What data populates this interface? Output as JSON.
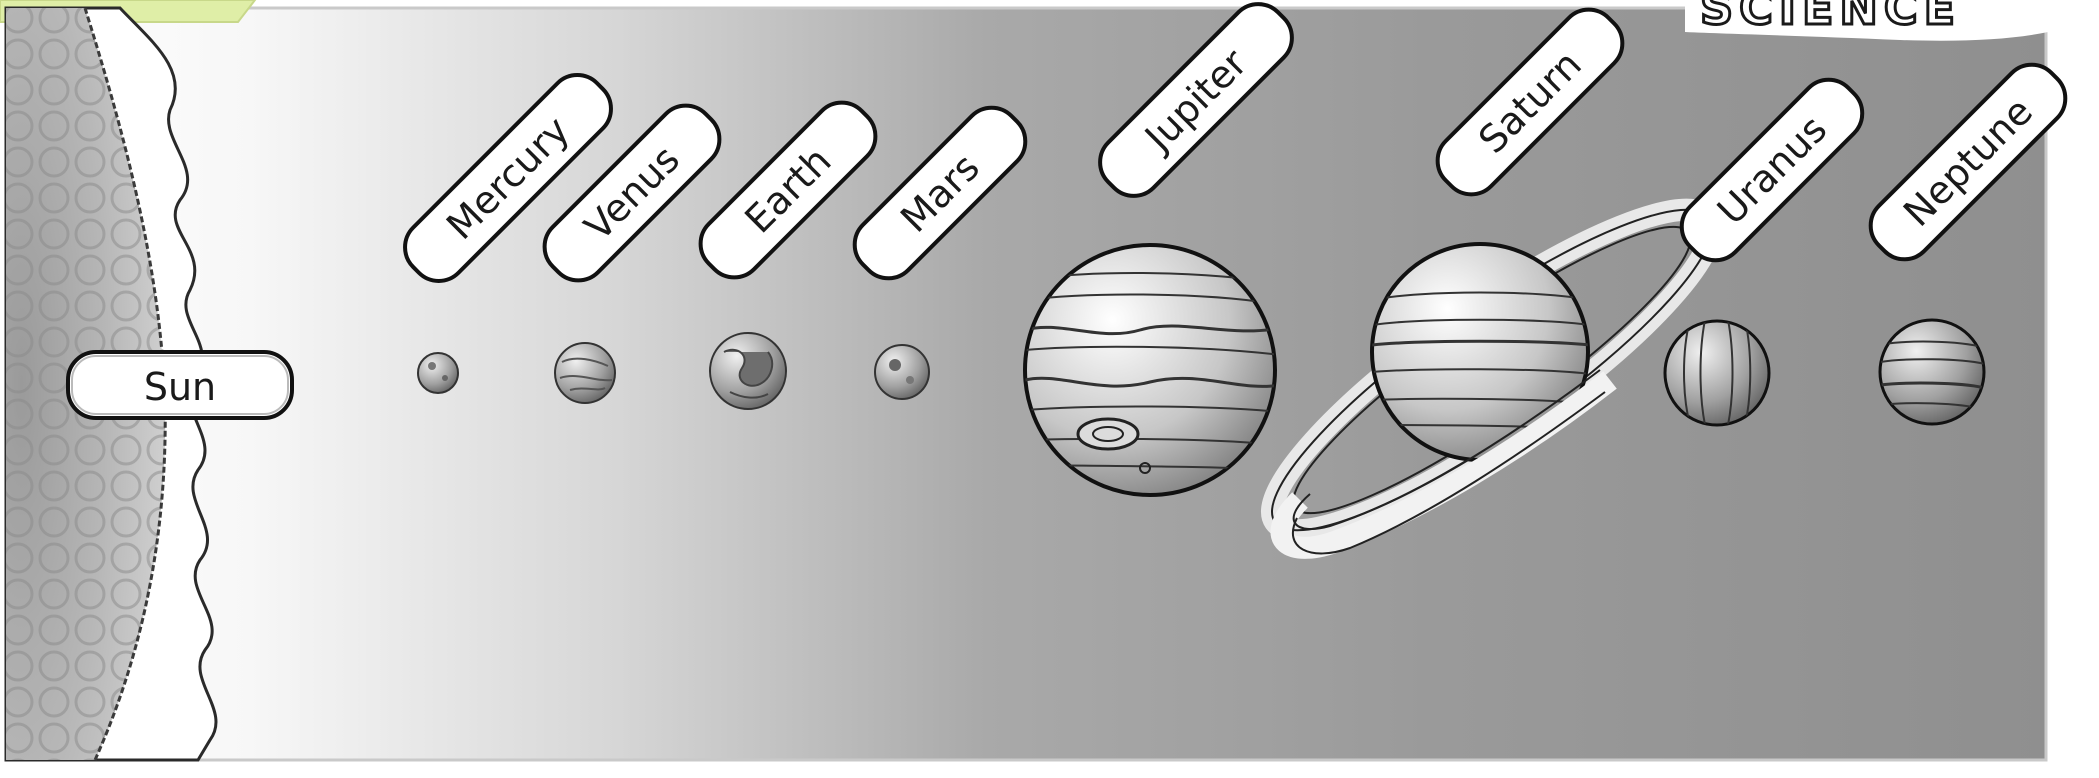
{
  "corner_badge": {
    "text": "SCIENCE"
  },
  "sun": {
    "label": "Sun"
  },
  "planets": [
    {
      "key": "mercury",
      "label": "Mercury"
    },
    {
      "key": "venus",
      "label": "Venus"
    },
    {
      "key": "earth",
      "label": "Earth"
    },
    {
      "key": "mars",
      "label": "Mars"
    },
    {
      "key": "jupiter",
      "label": "Jupiter"
    },
    {
      "key": "saturn",
      "label": "Saturn"
    },
    {
      "key": "uranus",
      "label": "Uranus"
    },
    {
      "key": "neptune",
      "label": "Neptune"
    }
  ],
  "colors": {
    "accent_green": "#dfeea7",
    "frame_white": "#ffffff",
    "outline": "#111111"
  }
}
